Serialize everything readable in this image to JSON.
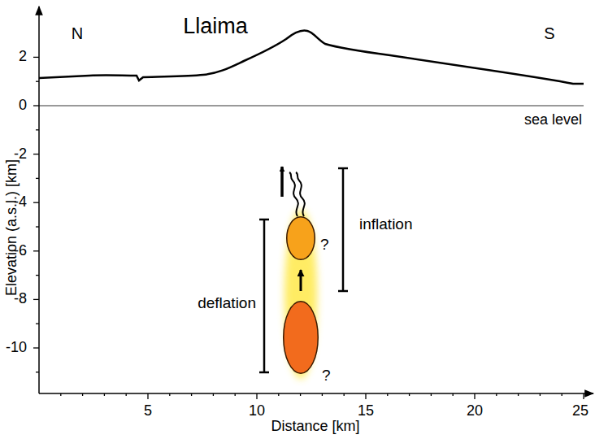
{
  "diagram": {
    "title": "Llaima",
    "nodes": [
      {
        "text": [
          "?"
        ]
      },
      {
        "text": [
          "?"
        ]
      }
    ],
    "edges": [
      {
        "from": 1,
        "to": 0,
        "arrow": "to"
      }
    ],
    "labels": [
      "N",
      "S",
      "2",
      "0",
      "-2",
      "-4",
      "-6",
      "-8",
      "-10",
      "sea level",
      "inflation",
      "deflation",
      "Elevation (a.s.l.) [km]",
      "5",
      "10",
      "15",
      "20",
      "25",
      "Distance [km]"
    ]
  }
}
